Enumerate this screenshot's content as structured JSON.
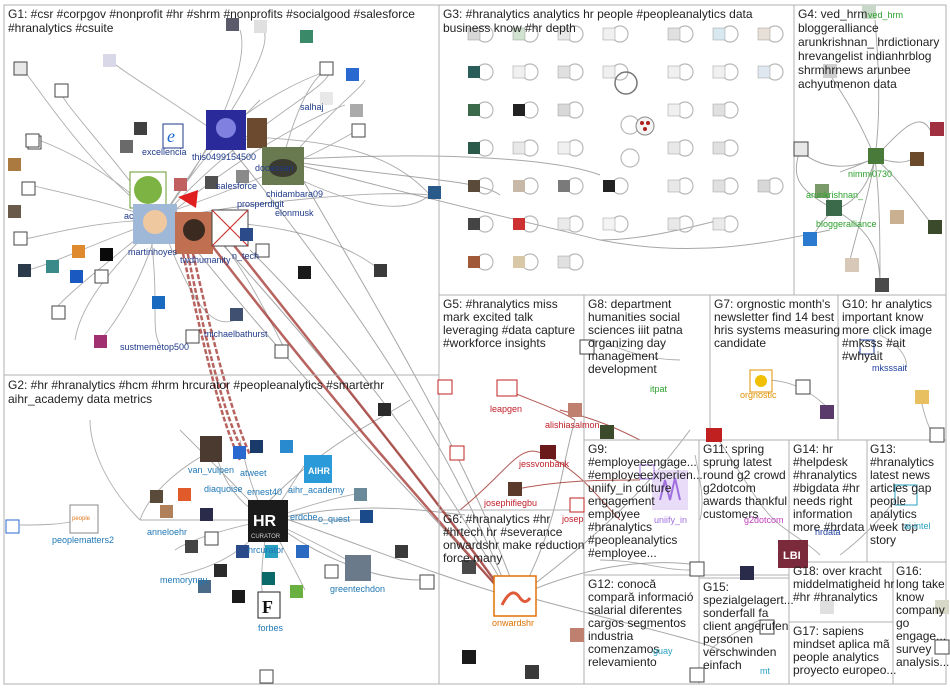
{
  "colors": {
    "background": "#ffffff",
    "panel_border": "#b0b0b0",
    "edge_gray": "#8a8a8a",
    "edge_red": "#a0302a",
    "g1_label": "#1f3a8a",
    "g2_label": "#1f77b4",
    "g4_label": "#2ca02c",
    "g5_label": "#c0202a",
    "g6_label": "#e07000",
    "g7_label": "#e09000",
    "g9_label": "#a070e0",
    "g10_label": "#2040a0",
    "g11_label": "#c040c0"
  },
  "groups": [
    {
      "id": "G1",
      "lines": [
        "G1: #csr #corpgov #nonprofit #hr #shrm #nonprofits #socialgood #salesforce",
        "#hranalytics #csuite"
      ]
    },
    {
      "id": "G2",
      "lines": [
        "G2: #hr #hranalytics #hcm #hrm hrcurator #peopleanalytics #smarterhr",
        "aihr_academy data metrics"
      ]
    },
    {
      "id": "G3",
      "lines": [
        "G3: #hranalytics analytics hr people #peopleanalytics data",
        "business know #hr depth"
      ]
    },
    {
      "id": "G4",
      "lines": [
        "G4: ved_hrm",
        "bloggeralliance",
        "arunkrishnan_ hrdictionary",
        "hrevangelist indianhrblog",
        "shrmhrnews arunbee",
        "achyutmenon data"
      ]
    },
    {
      "id": "G5",
      "lines": [
        "G5: #hranalytics miss",
        "mark excited talk",
        "leveraging #data capture",
        "#workforce insights"
      ]
    },
    {
      "id": "G6",
      "lines": [
        "G6: #hranalytics #hr",
        "#hrtech hr #severance",
        "onwardshr make reduction",
        "force many"
      ]
    },
    {
      "id": "G7",
      "lines": [
        "G7: orgnostic month's",
        "newsletter find 14 best",
        "hris systems measuring",
        "candidate"
      ]
    },
    {
      "id": "G8",
      "lines": [
        "G8: department",
        "humanities social",
        "sciences iiit patna",
        "organizing day",
        "management",
        "development"
      ]
    },
    {
      "id": "G9",
      "lines": [
        "G9:",
        "#employeeengage...",
        "#employeeexperien...",
        "uniify_in culture",
        "engagement",
        "employee",
        "#hranalytics",
        "#peopleanalytics",
        "#employee..."
      ]
    },
    {
      "id": "G10",
      "lines": [
        "G10: hr analytics",
        "important know",
        "more click image",
        "#mksss #ait",
        "#whyait"
      ]
    },
    {
      "id": "G11",
      "lines": [
        "G11: spring",
        "sprung latest",
        "round g2 crowd",
        "g2dotcom",
        "awards thankful",
        "customers"
      ]
    },
    {
      "id": "G12",
      "lines": [
        "G12: conocă",
        "compară informació",
        "salarial diferentes",
        "cargos segmentos",
        "industria",
        "comenzamos",
        "relevamiento"
      ]
    },
    {
      "id": "G13",
      "lines": [
        "G13:",
        "#hranalytics",
        "latest news",
        "articles gap",
        "people",
        "analytics",
        "week top",
        "story"
      ]
    },
    {
      "id": "G14",
      "lines": [
        "G14: hr",
        "#helpdesk",
        "#hranalytics",
        "#bigdata #hr",
        "needs right",
        "information",
        "more #hrdata"
      ]
    },
    {
      "id": "G15",
      "lines": [
        "G15:",
        "spezialgelagert...",
        "sonderfall fa",
        "client angerufen",
        "personen",
        "verschwinden",
        "einfach"
      ]
    },
    {
      "id": "G16",
      "lines": [
        "G16:",
        "long take",
        "know",
        "company",
        "go",
        "engage...",
        "survey",
        "analysis..."
      ]
    },
    {
      "id": "G17",
      "lines": [
        "G17: sapiens",
        "mindset aplica mã",
        "people analytics",
        "proyecto europeo..."
      ]
    },
    {
      "id": "G18",
      "lines": [
        "G18: over kracht",
        "middelmatigheid hr",
        "#hr #hranalytics"
      ]
    }
  ],
  "node_labels": [
    {
      "text": "excellencia",
      "group": "G1"
    },
    {
      "text": "this0499154500",
      "group": "G1"
    },
    {
      "text": "docassan",
      "group": "G1"
    },
    {
      "text": "salhaj",
      "group": "G1"
    },
    {
      "text": "chidambara09",
      "group": "G1"
    },
    {
      "text": "salesforce",
      "group": "G1"
    },
    {
      "text": "prosperdigit",
      "group": "G1"
    },
    {
      "text": "elonmusk",
      "group": "G1"
    },
    {
      "text": "ac",
      "group": "G1"
    },
    {
      "text": "martinhoyes",
      "group": "G1"
    },
    {
      "text": "twdhumanity",
      "group": "G1"
    },
    {
      "text": "n_tech",
      "group": "G1"
    },
    {
      "text": "michaelbathurst",
      "group": "G1"
    },
    {
      "text": "sustmemetop500",
      "group": "G1"
    },
    {
      "text": "van_vulpen",
      "group": "G2"
    },
    {
      "text": "atweet",
      "group": "G2"
    },
    {
      "text": "diaquoise",
      "group": "G2"
    },
    {
      "text": "ernest40",
      "group": "G2"
    },
    {
      "text": "aihr_academy",
      "group": "G2"
    },
    {
      "text": "erdcbe",
      "group": "G2"
    },
    {
      "text": "o_quest",
      "group": "G2"
    },
    {
      "text": "peoplematters2",
      "group": "G2"
    },
    {
      "text": "anneloehr",
      "group": "G2"
    },
    {
      "text": "hrcurator",
      "group": "G2"
    },
    {
      "text": "memoryngu",
      "group": "G2"
    },
    {
      "text": "greentechdon",
      "group": "G2"
    },
    {
      "text": "forbes",
      "group": "G2"
    },
    {
      "text": "ved_hrm",
      "group": "G4"
    },
    {
      "text": "nimmi0730",
      "group": "G4"
    },
    {
      "text": "arunkrishnan_",
      "group": "G4"
    },
    {
      "text": "bloggeralliance",
      "group": "G4"
    },
    {
      "text": "leapgen",
      "group": "G5"
    },
    {
      "text": "alishiasalmon",
      "group": "G5"
    },
    {
      "text": "jessvonbank",
      "group": "G5"
    },
    {
      "text": "josephifiegbu",
      "group": "G5"
    },
    {
      "text": "josep",
      "group": "G5"
    },
    {
      "text": "onwardshr",
      "group": "G6"
    },
    {
      "text": "itpat",
      "group": "G8"
    },
    {
      "text": "orgnostic",
      "group": "G7"
    },
    {
      "text": "mksssait",
      "group": "G10"
    },
    {
      "text": "uniify_in",
      "group": "G9"
    },
    {
      "text": "g2dotcom",
      "group": "G11"
    },
    {
      "text": "ai-intel",
      "group": "G13"
    },
    {
      "text": "hrdata",
      "group": "G14"
    },
    {
      "text": "guay",
      "group": "G12"
    },
    {
      "text": "mt",
      "group": "G15"
    }
  ]
}
